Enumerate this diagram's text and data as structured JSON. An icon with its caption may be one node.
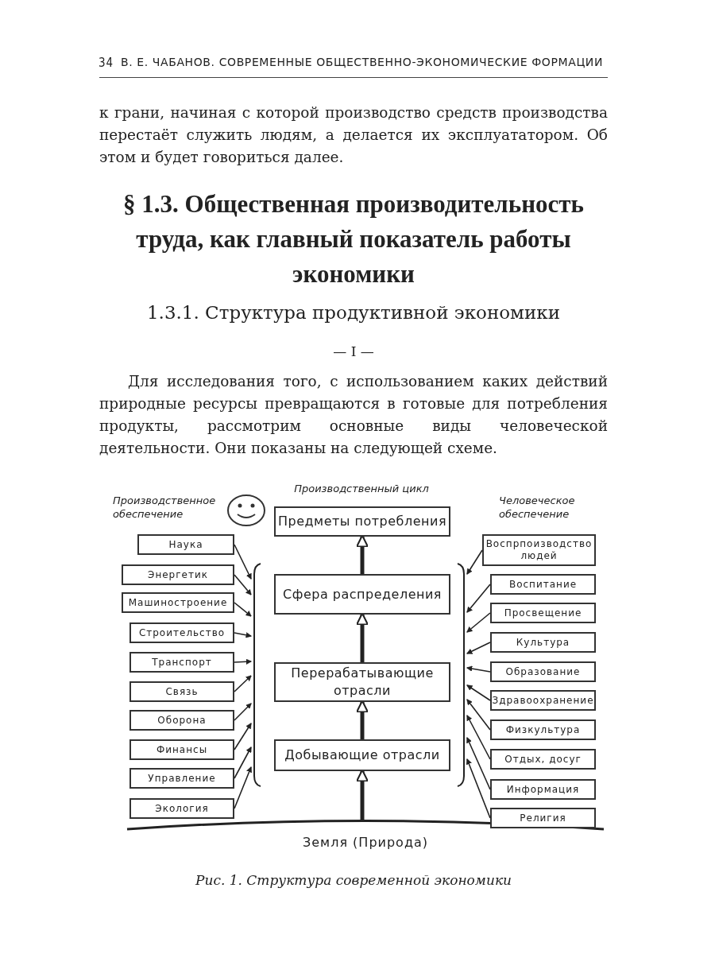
{
  "diagram": {
    "title": "§ 1.3. Общественная производительность труда, как главный показатель работы экономики",
    "caption": "Рис. 1. Структура современной экономики",
    "nodes": [
      {
        "text": [
          "Предметы потребления"
        ]
      },
      {
        "text": [
          "Сфера распределения"
        ]
      },
      {
        "text": [
          "Перерабатывающие отрасли"
        ]
      },
      {
        "text": [
          "Добывающие отрасли"
        ]
      },
      {
        "text": [
          "Земля (Природа)"
        ]
      },
      {
        "text": [],
        "shape": "bracket"
      },
      {
        "text": [
          "Наука"
        ]
      },
      {
        "text": [
          "Энергетик"
        ]
      },
      {
        "text": [
          "Машиностроение"
        ]
      },
      {
        "text": [
          "Строительство"
        ]
      },
      {
        "text": [
          "Транспорт"
        ]
      },
      {
        "text": [
          "Связь"
        ]
      },
      {
        "text": [
          "Оборона"
        ]
      },
      {
        "text": [
          "Финансы"
        ]
      },
      {
        "text": [
          "Управление"
        ]
      },
      {
        "text": [
          "Экология"
        ]
      },
      {
        "text": [],
        "shape": "bracket"
      },
      {
        "text": [
          "Воспрпоизводство людей"
        ]
      },
      {
        "text": [
          "Воспитание"
        ]
      },
      {
        "text": [
          "Просвещение"
        ]
      },
      {
        "text": [
          "Культура"
        ]
      },
      {
        "text": [
          "Образование"
        ]
      },
      {
        "text": [
          "Здравоохранение"
        ]
      },
      {
        "text": [
          "Физкультура"
        ]
      },
      {
        "text": [
          "Отдых, досуг"
        ]
      },
      {
        "text": [
          "Информация"
        ]
      },
      {
        "text": [
          "Религия"
        ]
      }
    ],
    "edges": [
      {
        "from": 4,
        "to": 3,
        "arrow": "to",
        "style": "thick"
      },
      {
        "from": 3,
        "to": 2,
        "arrow": "to",
        "style": "thick"
      },
      {
        "from": 2,
        "to": 1,
        "arrow": "to",
        "style": "thick"
      },
      {
        "from": 1,
        "to": 0,
        "arrow": "to",
        "style": "thick"
      },
      {
        "from": 6,
        "to": 5,
        "arrow": "to"
      },
      {
        "from": 7,
        "to": 5,
        "arrow": "to"
      },
      {
        "from": 8,
        "to": 5,
        "arrow": "to"
      },
      {
        "from": 9,
        "to": 5,
        "arrow": "to"
      },
      {
        "from": 10,
        "to": 5,
        "arrow": "to"
      },
      {
        "from": 11,
        "to": 5,
        "arrow": "to"
      },
      {
        "from": 12,
        "to": 5,
        "arrow": "to"
      },
      {
        "from": 13,
        "to": 5,
        "arrow": "to"
      },
      {
        "from": 14,
        "to": 5,
        "arrow": "to"
      },
      {
        "from": 15,
        "to": 5,
        "arrow": "to"
      },
      {
        "from": 17,
        "to": 16,
        "arrow": "to"
      },
      {
        "from": 18,
        "to": 16,
        "arrow": "to"
      },
      {
        "from": 19,
        "to": 16,
        "arrow": "to"
      },
      {
        "from": 20,
        "to": 16,
        "arrow": "to"
      },
      {
        "from": 21,
        "to": 16,
        "arrow": "to"
      },
      {
        "from": 22,
        "to": 16,
        "arrow": "to"
      },
      {
        "from": 23,
        "to": 16,
        "arrow": "to"
      },
      {
        "from": 24,
        "to": 16,
        "arrow": "to"
      },
      {
        "from": 25,
        "to": 16,
        "arrow": "to"
      },
      {
        "from": 26,
        "to": 16,
        "arrow": "to"
      }
    ],
    "labels": [
      "34",
      "В. Е. ЧАБАНОВ. СОВРЕМЕННЫЕ ОБЩЕСТВЕННО-ЭКОНОМИЧЕСКИЕ ФОРМАЦИИ",
      "к грани, начиная с которой производство средств производства перестаёт служить людям, а делается их эксплуататором. Об этом и будет говориться далее.",
      "1.3.1. Структура продуктивной экономики",
      "— I —",
      "Для исследования того, с использованием каких действий природные ресурсы превращаются в готовые для потребления продукты, рассмотрим основные виды человеческой деятельности. Они показаны на следующей схеме.",
      "Производственное обеспечение",
      "Производственный цикл",
      "Человеческое обеспечение"
    ]
  }
}
